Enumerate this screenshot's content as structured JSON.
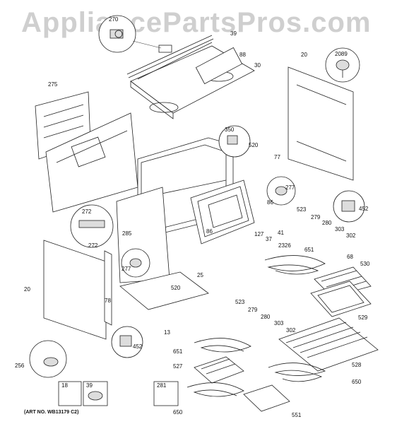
{
  "watermark": "AppliancePartsPros.com",
  "art_number": "(ART NO. WB13179 C2)",
  "callouts": [
    "270",
    "39",
    "88",
    "30",
    "20",
    "2089",
    "275",
    "350",
    "520",
    "77",
    "277",
    "86",
    "523",
    "279",
    "452",
    "272",
    "272",
    "285",
    "86",
    "127",
    "41",
    "280",
    "303",
    "302",
    "37",
    "2326",
    "651",
    "68",
    "277",
    "25",
    "520",
    "530",
    "523",
    "279",
    "280",
    "303",
    "302",
    "20",
    "78",
    "529",
    "13",
    "452",
    "651",
    "256",
    "527",
    "528",
    "650",
    "18",
    "39",
    "281",
    "650",
    "551"
  ]
}
